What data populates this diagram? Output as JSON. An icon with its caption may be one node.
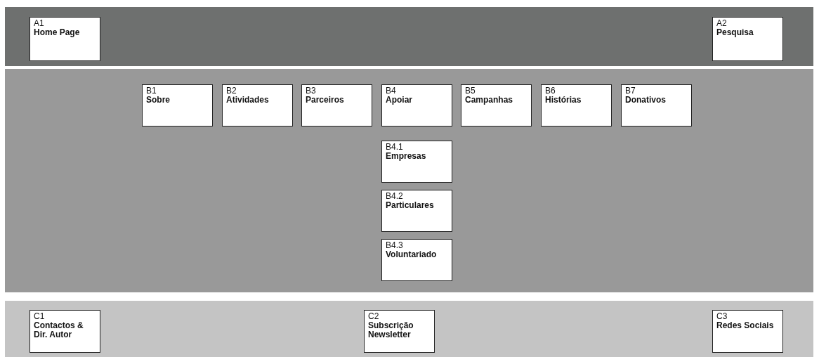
{
  "diagram": {
    "nodes": [
      {
        "text": [],
        "shape": "band"
      },
      {
        "text": [
          "A1",
          "Home Page"
        ],
        "in": 0
      },
      {
        "text": [
          "A2",
          "Pesquisa"
        ],
        "in": 0
      },
      {
        "text": [],
        "shape": "band"
      },
      {
        "text": [
          "B1",
          "Sobre"
        ],
        "in": 3
      },
      {
        "text": [
          "B2",
          "Atividades"
        ],
        "in": 3
      },
      {
        "text": [
          "B3",
          "Parceiros"
        ],
        "in": 3
      },
      {
        "text": [
          "B4",
          "Apoiar"
        ],
        "in": 3
      },
      {
        "text": [
          "B5",
          "Campanhas"
        ],
        "in": 3
      },
      {
        "text": [
          "B6",
          "Histórias"
        ],
        "in": 3
      },
      {
        "text": [
          "B7",
          "Donativos"
        ],
        "in": 3
      },
      {
        "text": [
          "B4.1",
          "Empresas"
        ],
        "in": 3
      },
      {
        "text": [
          "B4.2",
          "Particulares"
        ],
        "in": 3
      },
      {
        "text": [
          "B4.3",
          "Voluntariado"
        ],
        "in": 3
      },
      {
        "text": [],
        "shape": "band"
      },
      {
        "text": [
          "C1",
          "Contactos & Dir. Autor"
        ],
        "in": 14
      },
      {
        "text": [
          "C2",
          "Subscrição Newsletter"
        ],
        "in": 14
      },
      {
        "text": [
          "C3",
          "Redes Sociais"
        ],
        "in": 14
      }
    ],
    "edges": []
  }
}
